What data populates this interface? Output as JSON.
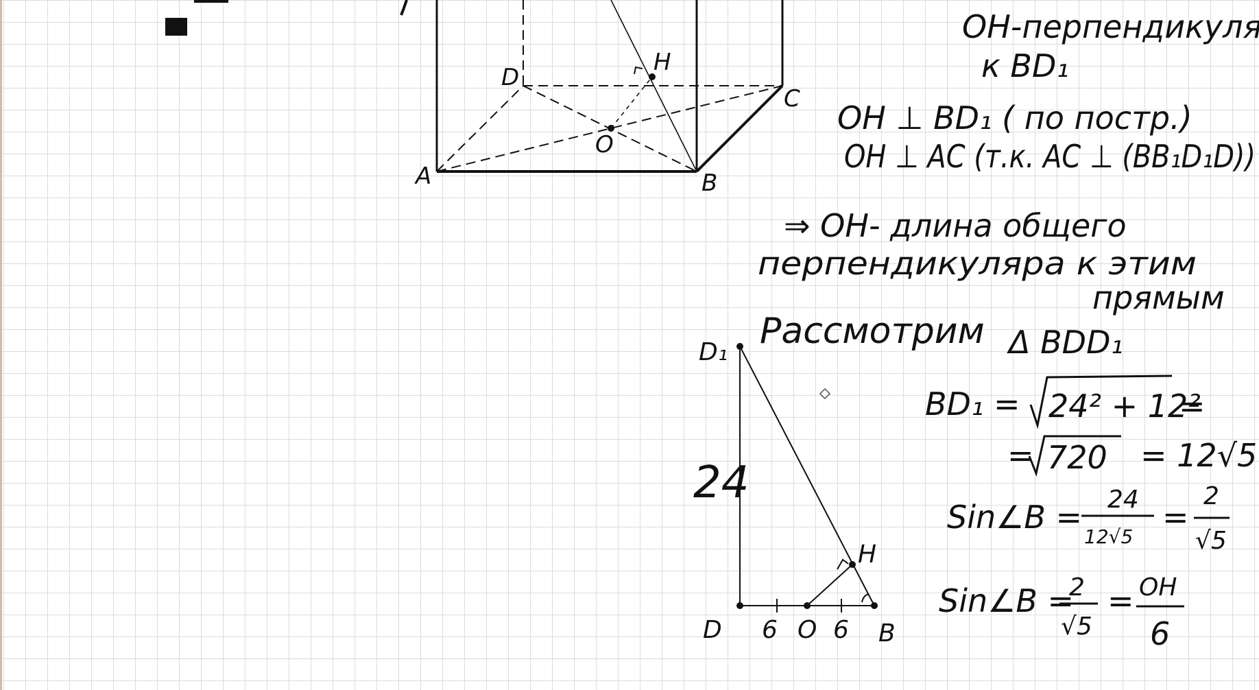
{
  "prism_labels": {
    "D": "D",
    "C": "C",
    "A": "A",
    "B": "B",
    "O": "O",
    "H": "H"
  },
  "notes": {
    "line1": "OH-перпендикуляр",
    "line2": "к BD₁",
    "line3": "OH ⊥ BD₁ ( по постр.)",
    "line4": "OH ⊥ AC (т.к. AC ⊥ (BB₁D₁D))",
    "line5": "⇒ OH- длина общего",
    "line6": "перпендикуляра к этим",
    "line7": "прямым"
  },
  "consider": {
    "text": "Рассмотрим",
    "triangle": "Δ BDD₁"
  },
  "triangle_labels": {
    "D1": "D₁",
    "D": "D",
    "O": "O",
    "B": "B",
    "H": "H",
    "side": "24",
    "seg1": "6",
    "seg2": "6"
  },
  "formulas": {
    "bd1_lhs": "BD₁ =",
    "bd1_rad": "24² + 12²",
    "bd1_eq": "=",
    "bd1_line2_eq": "=",
    "bd1_rad2": "720",
    "bd1_res": "= 12√5",
    "sin1_lhs": "Sin∠B =",
    "sin1_num": "24",
    "sin1_den": "12√5",
    "sin1_eq": "=",
    "sin1_num2": "2",
    "sin1_den2": "√5",
    "sin2_lhs": "Sin∠B =",
    "sin2_num": "2",
    "sin2_den": "√5",
    "sin2_eq": "=",
    "sin2_num2": "OH",
    "sin2_den2": "6"
  }
}
